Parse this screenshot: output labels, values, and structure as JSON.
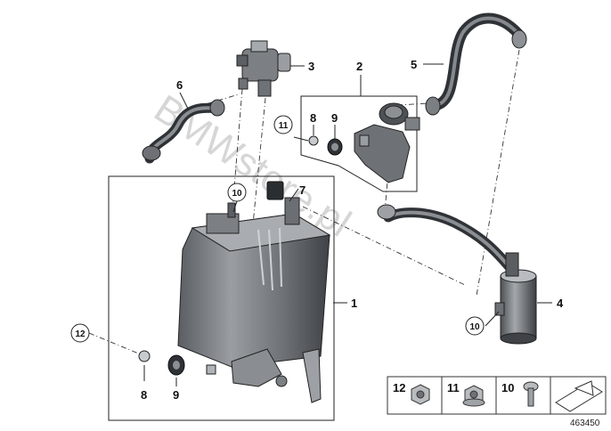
{
  "diagram": {
    "callouts": {
      "c1": "1",
      "c2": "2",
      "c3": "3",
      "c4": "4",
      "c5": "5",
      "c6": "6",
      "c7": "7",
      "c8_top": "8",
      "c9_top": "9",
      "c11_top": "11",
      "c10_mid": "10",
      "c10_filter": "10",
      "c12_left": "12",
      "c8_bottom": "8",
      "c9_bottom": "9"
    },
    "legend": {
      "item12": "12",
      "item11": "11",
      "item10": "10"
    },
    "watermark": "BMWstore.pl",
    "reference_number": "463450"
  }
}
